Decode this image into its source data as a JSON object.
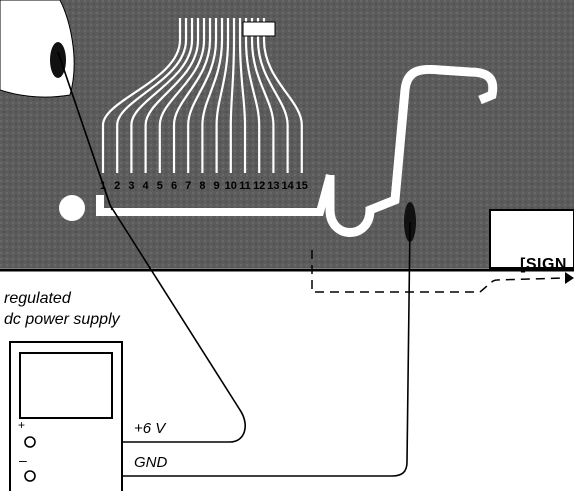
{
  "power_supply": {
    "title": "regulated",
    "subtitle": "dc power supply",
    "plus_symbol": "+",
    "minus_symbol": "–",
    "positive_label": "+6 V",
    "ground_label": "GND"
  },
  "pcb": {
    "pin_numbers": [
      "1",
      "2",
      "3",
      "4",
      "5",
      "6",
      "7",
      "8",
      "9",
      "10",
      "11",
      "12",
      "13",
      "14",
      "15"
    ]
  },
  "signal_label": "[SIGN",
  "colors": {
    "board": "#5c5c5c",
    "trace": "#ffffff",
    "ink": "#000000"
  }
}
